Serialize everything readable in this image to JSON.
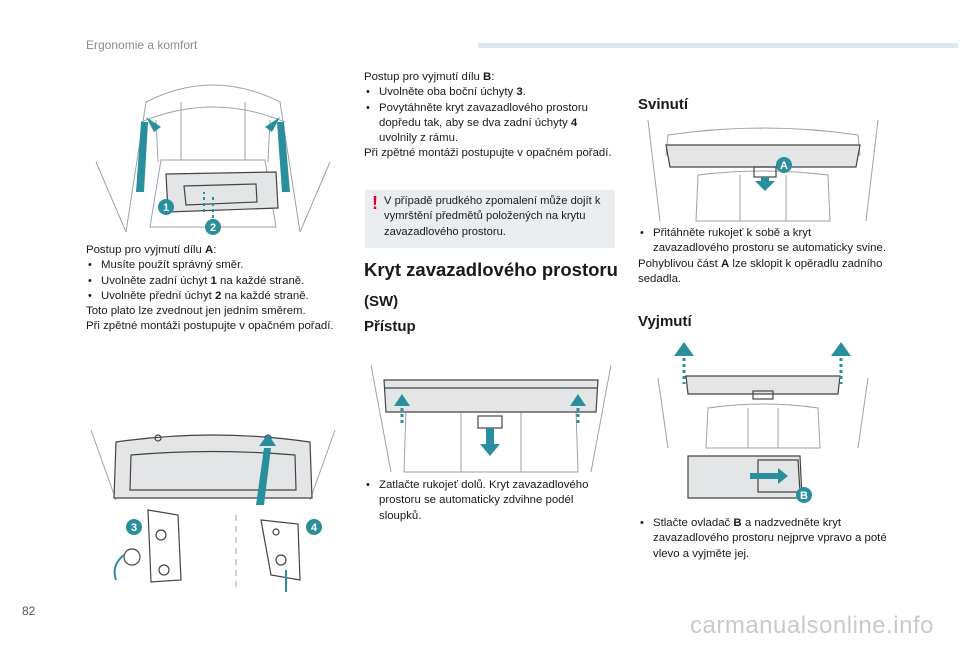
{
  "header": {
    "title": "Ergonomie a komfort"
  },
  "page": {
    "number": "82",
    "watermark": "carmanualsonline.info"
  },
  "col1": {
    "intro": "Postup pro vyjmutí dílu ",
    "intro_key": "A",
    "bullets": [
      {
        "text": "Musíte použít správný směr."
      },
      {
        "pre": "Uvolněte zadní úchyt ",
        "key": "1",
        "post": " na každé straně."
      },
      {
        "pre": "Uvolněte přední úchyt ",
        "key": "2",
        "post": " na každé straně."
      }
    ],
    "para1": "Toto plato lze zvednout jen jedním směrem.",
    "para2": "Při zpětné montáži postupujte v opačném pořadí."
  },
  "col2": {
    "intro": "Postup pro vyjmutí dílu ",
    "intro_key": "B",
    "bullets": [
      {
        "pre": "Uvolněte oba boční úchyty ",
        "key": "3",
        "post": "."
      },
      {
        "pre": "Povytáhněte kryt zavazadlového prostoru dopředu tak, aby se dva zadní úchyty ",
        "key": "4",
        "post": " uvolnily z rámu."
      }
    ],
    "para": "Při zpětné montáži postupujte v opačném pořadí.",
    "warning": "V případě prudkého zpomalení může dojít k vymrštění předmětů položených na krytu zavazadlového prostoru.",
    "warning_mark": "!",
    "heading": "Kryt zavazadlového prostoru",
    "subheading": "(SW)",
    "section": "Přístup",
    "access_bullet": "Zatlačte rukojeť dolů. Kryt zavazadlového prostoru se automaticky zdvihne podél sloupků."
  },
  "col3": {
    "section1": "Svinutí",
    "rollup_bullet": "Přitáhněte rukojeť k sobě a kryt zavazadlového prostoru se automaticky svine.",
    "rollup_para_pre": "Pohyblivou část ",
    "rollup_para_key": "A",
    "rollup_para_post": " lze sklopit k opěradlu zadního sedadla.",
    "section2": "Vyjmutí",
    "remove_pre": "Stlačte ovladač ",
    "remove_key": "B",
    "remove_post": " a nadzvedněte kryt zavazadlového prostoru nejprve vpravo a poté vlevo a vyjměte jej."
  },
  "badges": {
    "b1": "1",
    "b2": "2",
    "b3": "3",
    "b4": "4",
    "bA": "A",
    "bB": "B"
  },
  "colors": {
    "accent": "#2a8f9c",
    "warning": "#e2001a",
    "box": "#e9edf0"
  }
}
